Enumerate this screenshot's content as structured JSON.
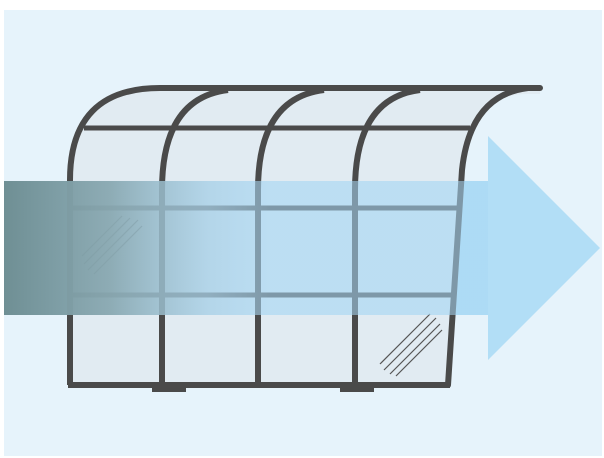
{
  "illustration": {
    "subject": "air-filter-with-airflow-arrow",
    "colors": {
      "background_panel": "#e6f3fb",
      "frame_stroke": "#4a4a4a",
      "mesh_fill": "#dfe7ee",
      "arrow_light": "#a9d8f4",
      "arrow_dark": "#6f8f94",
      "glare": "#555555"
    },
    "grid": {
      "columns": 4,
      "rows": 4
    }
  }
}
